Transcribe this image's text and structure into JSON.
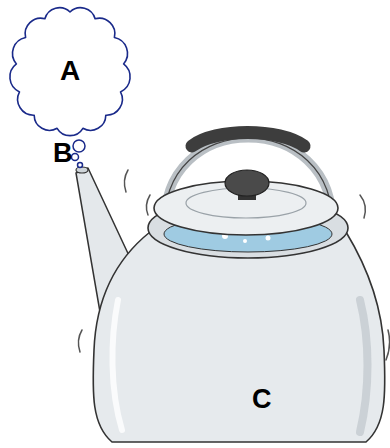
{
  "diagram": {
    "nodes": [
      {
        "text": [
          "A"
        ]
      }
    ],
    "labels": [
      "B",
      "C"
    ]
  }
}
